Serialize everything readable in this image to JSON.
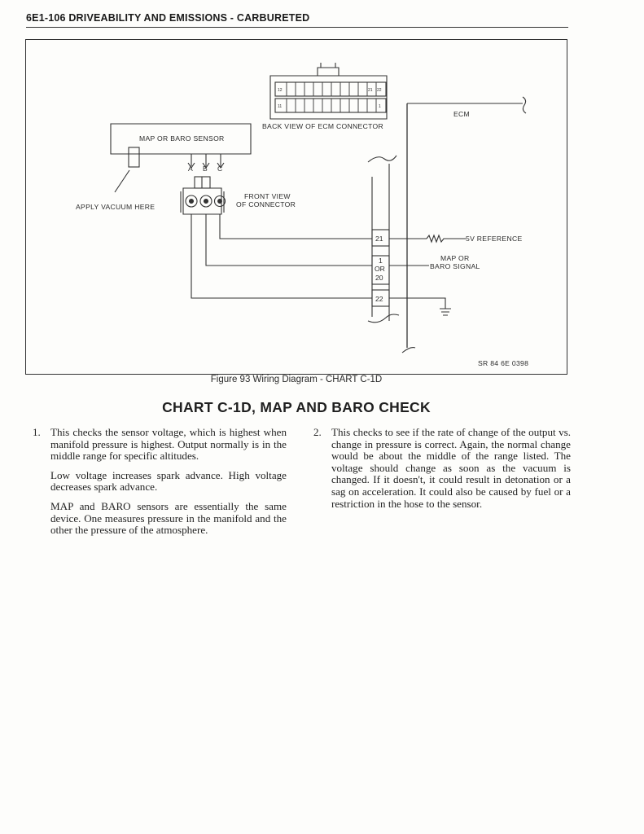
{
  "header": {
    "title": "6E1-106 DRIVEABILITY AND EMISSIONS - CARBURETED"
  },
  "diagram": {
    "back_view_label": "BACK VIEW OF ECM CONNECTOR",
    "connector_pin_12": "12",
    "connector_pin_21": "21",
    "connector_pin_22": "22",
    "connector_pin_11": "11",
    "connector_pin_1": "1",
    "ecm_label": "ECM",
    "sensor_label": "MAP OR BARO SENSOR",
    "pin_a": "A",
    "pin_b": "B",
    "pin_c": "C",
    "apply_vacuum_label": "APPLY VACUUM HERE",
    "front_view_line1": "FRONT VIEW",
    "front_view_line2": "OF CONNECTOR",
    "terminal_21": "21",
    "terminal_1": "1",
    "terminal_or": "OR",
    "terminal_20": "20",
    "terminal_22": "22",
    "ref_5v_label": "5V REFERENCE",
    "map_signal_line1": "MAP OR",
    "map_signal_line2": "BARO SIGNAL",
    "ref_code": "SR 84 6E 0398"
  },
  "figure_caption": "Figure 93 Wiring Diagram - CHART C-1D",
  "chart_title": "CHART C-1D, MAP AND BARO CHECK",
  "items": [
    {
      "number": "1.",
      "paragraphs": [
        "This checks the sensor voltage, which is highest when manifold pressure is highest. Output normally is in the middle range for specific altitudes.",
        "Low voltage increases spark advance. High voltage decreases spark advance.",
        "MAP and BARO sensors are essentially the same device. One measures pressure in the manifold and the other the pressure of the atmosphere."
      ]
    },
    {
      "number": "2.",
      "paragraphs": [
        "This checks to see if the rate of change of the output vs. change in pressure is correct. Again, the normal change would be about the middle of the range listed. The voltage should change as soon as the vacuum is changed. If it doesn't, it could result in detonation or a sag on acceleration. It could also be caused by fuel or a restriction in the hose to the sensor."
      ]
    }
  ]
}
